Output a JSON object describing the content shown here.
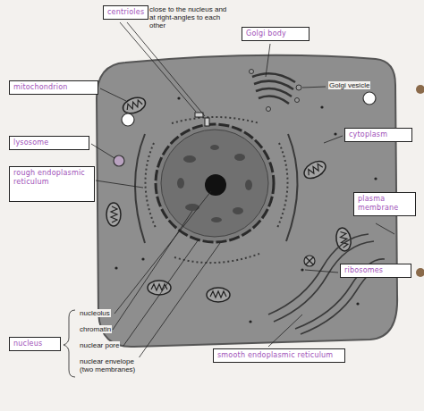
{
  "diagram": {
    "nodes": [
      {
        "text": [
          "centrioles"
        ]
      },
      {
        "text": [
          "Golgi body"
        ]
      },
      {
        "text": [
          "mitochondrion"
        ]
      },
      {
        "text": [
          "lysosome"
        ]
      },
      {
        "text": [
          "cytoplasm"
        ]
      },
      {
        "text": [
          "rough endoplasmic reticulum"
        ]
      },
      {
        "text": [
          "plasma membrane"
        ]
      },
      {
        "text": [
          "ribosomes"
        ]
      },
      {
        "text": [
          "nucleus"
        ]
      },
      {
        "text": [
          "smooth endoplasmic reticulum"
        ]
      }
    ],
    "labels": [
      "close to the nucleus and at right-angles to each other",
      "Golgi vesicle",
      "nucleolus",
      "chromatin",
      "nuclear pore",
      "nuclear envelope (two membranes)"
    ]
  }
}
